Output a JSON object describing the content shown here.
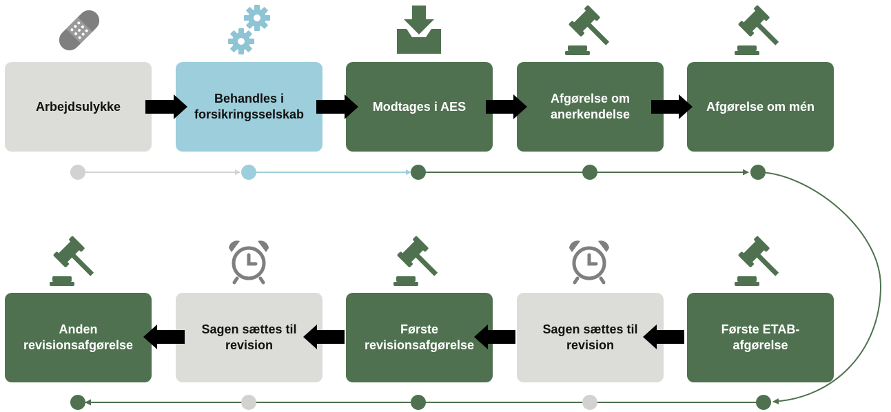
{
  "colors": {
    "green": "#4f7150",
    "blue": "#9dcedb",
    "gray": "#dcdcd9",
    "icon_gray": "#7f7f7f",
    "gear_blue": "#8ec4d4",
    "arrow": "#000000"
  },
  "steps_top": [
    {
      "label": "Arbejdsulykke",
      "style": "gray",
      "icon": "bandage-icon"
    },
    {
      "label": "Behandles i\nforsikringsselskab",
      "style": "blue",
      "icon": "gears-icon"
    },
    {
      "label": "Modtages i AES",
      "style": "green",
      "icon": "inbox-download-icon"
    },
    {
      "label": "Afgørelse om\nanerkendelse",
      "style": "green",
      "icon": "gavel-icon"
    },
    {
      "label": "Afgørelse om mén",
      "style": "green",
      "icon": "gavel-icon"
    }
  ],
  "steps_bottom": [
    {
      "label": "Anden\nrevisionsafgørelse",
      "style": "green",
      "icon": "gavel-icon"
    },
    {
      "label": "Sagen sættes til\nrevision",
      "style": "gray",
      "icon": "alarm-clock-icon"
    },
    {
      "label": "Første\nrevisionsafgørelse",
      "style": "green",
      "icon": "gavel-icon"
    },
    {
      "label": "Sagen sættes til\nrevision",
      "style": "gray",
      "icon": "alarm-clock-icon"
    },
    {
      "label": "Første ETAB-\nafgørelse",
      "style": "green",
      "icon": "gavel-icon"
    }
  ]
}
